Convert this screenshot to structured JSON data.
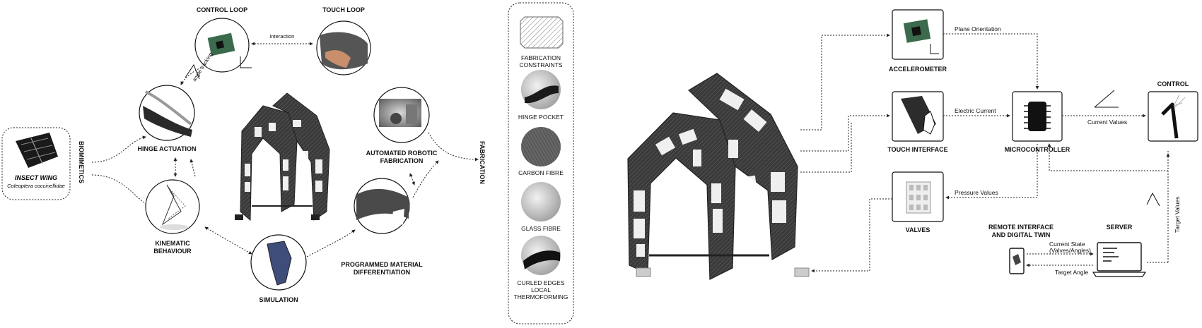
{
  "left_diagram": {
    "biomimetics": "BIOMIMETICS",
    "insect_wing": "INSECT WING",
    "species": "Coleoptera coccinellidae",
    "control_loop": "CONTROL LOOP",
    "touch_loop": "TOUCH LOOP",
    "interaction": "interaction",
    "angle_tracking": "angle tracking",
    "hinge_actuation": "HINGE ACTUATION",
    "kinematic_line1": "KINEMATIC",
    "kinematic_line2": "BEHAVIOUR",
    "simulation": "SIMULATION",
    "programmed_line1": "PROGRAMMED MATERIAL",
    "programmed_line2": "DIFFERENTIATION",
    "robotic_line1": "AUTOMATED ROBOTIC",
    "robotic_line2": "FABRICATION",
    "fabrication": "FABRICATION"
  },
  "materials": {
    "items": [
      {
        "lines": [
          "FABRICATION",
          "CONSTRAINTS"
        ]
      },
      {
        "lines": [
          "HINGE POCKET"
        ]
      },
      {
        "lines": [
          "CARBON FIBRE"
        ]
      },
      {
        "lines": [
          "GLASS FIBRE"
        ]
      },
      {
        "lines": [
          "CURLED EDGES",
          "LOCAL",
          "THERMOFORMING"
        ]
      }
    ]
  },
  "right_diagram": {
    "accelerometer": "ACCELEROMETER",
    "plane_orientation": "Plane Orientation",
    "touch_interface": "TOUCH INTERFACE",
    "electric_current": "Electric Current",
    "microcontroller": "MICROCONTROLLER",
    "current_values": "Current Values",
    "control": "CONTROL",
    "valves": "VALVES",
    "pressure_values": "Pressure Values",
    "target_values": "Target Values",
    "remote_line1": "REMOTE INTERFACE",
    "remote_line2": "AND DIGITAL TWIN",
    "server": "SERVER",
    "current_state_line1": "Current State",
    "current_state_line2": "(Valves/Angles)",
    "target_angle": "Target Angle"
  }
}
